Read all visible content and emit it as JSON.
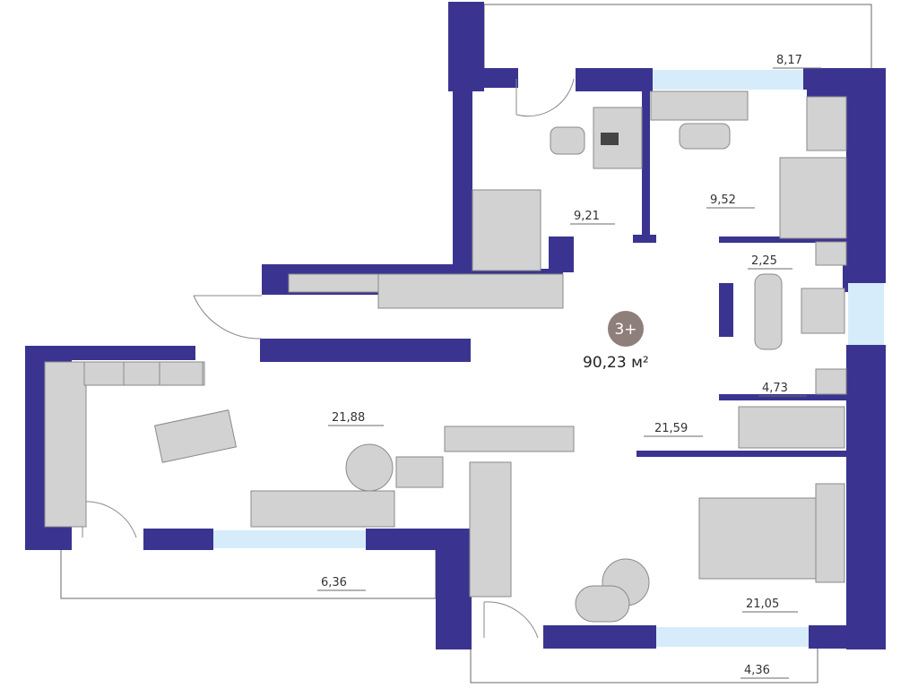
{
  "plan": {
    "rooms_badge": "3+",
    "total_area": "90,23 м²",
    "colors": {
      "wall": "#3a3490",
      "window": "#d6ecfa",
      "furniture": "#d2d2d2",
      "badge": "#8f7f7a"
    },
    "room_areas": [
      {
        "id": "balcony-top",
        "label": "8,17"
      },
      {
        "id": "bedroom-left",
        "label": "9,21"
      },
      {
        "id": "bedroom-right",
        "label": "9,52"
      },
      {
        "id": "bath-small",
        "label": "2,25"
      },
      {
        "id": "kitchen-living",
        "label": "21,88"
      },
      {
        "id": "bath-large",
        "label": "4,73"
      },
      {
        "id": "hall",
        "label": "21,59"
      },
      {
        "id": "balcony-left",
        "label": "6,36"
      },
      {
        "id": "bedroom-bottom",
        "label": "21,05"
      },
      {
        "id": "balcony-bottom",
        "label": "4,36"
      }
    ]
  }
}
